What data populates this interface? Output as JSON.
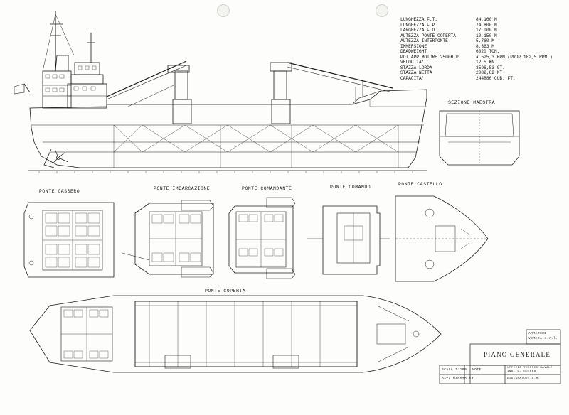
{
  "specs": [
    {
      "label": "LUNGHEZZA F.T.",
      "value": "84,160 M"
    },
    {
      "label": "LUNGHEZZA F.P.",
      "value": "74,800 M"
    },
    {
      "label": "LARGHEZZA F.O.",
      "value": "17,000 M"
    },
    {
      "label": "ALTEZZA PONTE COPERTA",
      "value": "10,150 M"
    },
    {
      "label": "ALTEZZA INTERPONTE",
      "value": "5,760 M"
    },
    {
      "label": "IMMERSIONE",
      "value": "8,363 M"
    },
    {
      "label": "DEADWEIGHT",
      "value": "6020 TON."
    },
    {
      "label": "POT.APP.MOTORE 2500H.P.",
      "value": "a 525,3 RPM.(PROP.182,5 RPM.)"
    },
    {
      "label": "VELOCITA'",
      "value": "12,5 KN."
    },
    {
      "label": "STAZZA LORDA",
      "value": "3596,53 GT."
    },
    {
      "label": "STAZZA NETTA",
      "value": "2082,82 NT"
    },
    {
      "label": "CAPACITA'",
      "value": "244886 CUB. FT."
    }
  ],
  "labels": {
    "sezione_maestra": "SEZIONE MAESTRA",
    "ponte_cassero": "PONTE CASSERO",
    "ponte_imbarcazione": "PONTE IMBARCAZIONE",
    "ponte_comandante": "PONTE COMANDANTE",
    "ponte_comando": "PONTE COMANDO",
    "ponte_castello": "PONTE CASTELLO",
    "ponte_coperta": "PONTE COPERTA"
  },
  "title_block": {
    "title": "PIANO GENERALE",
    "scale": "SCALA 1:100",
    "date": "DATA  MAGGIO 83",
    "note": "NOTE",
    "stamp1": "ARMATORE",
    "stamp2": "VEMARA s.r.l.",
    "office1": "UFFICIO TECNICO NAVALE",
    "office2": "ING. G. GUERRA",
    "designer": "DISEGNATORE A.M."
  },
  "colors": {
    "ink": "#1a1a1a",
    "paper": "#fdfdfb"
  }
}
